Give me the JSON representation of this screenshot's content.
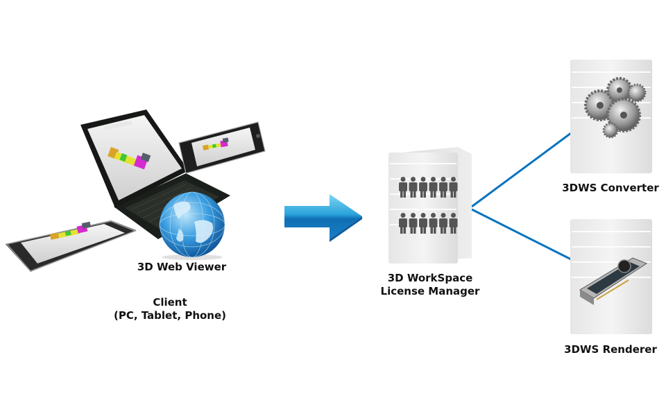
{
  "diagram": {
    "client": {
      "viewer_label": "3D Web Viewer",
      "title": "Client",
      "subtitle": "(PC, Tablet, Phone)"
    },
    "license_manager": {
      "line1": "3D WorkSpace",
      "line2": "License Manager"
    },
    "converter": {
      "label": "3DWS Converter"
    },
    "renderer": {
      "label": "3DWS Renderer"
    },
    "colors": {
      "connector": "#0a73c0",
      "arrow": "#1a86cf",
      "label_text": "#111111"
    },
    "icons": {
      "laptop": "laptop-icon",
      "tablet": "tablet-icon",
      "phone": "phone-icon",
      "globe": "globe-icon",
      "arrow": "arrow-right-icon",
      "server_users": "server-users-icon",
      "server_gears": "server-gears-icon",
      "server_gpu": "server-gpu-icon"
    }
  }
}
